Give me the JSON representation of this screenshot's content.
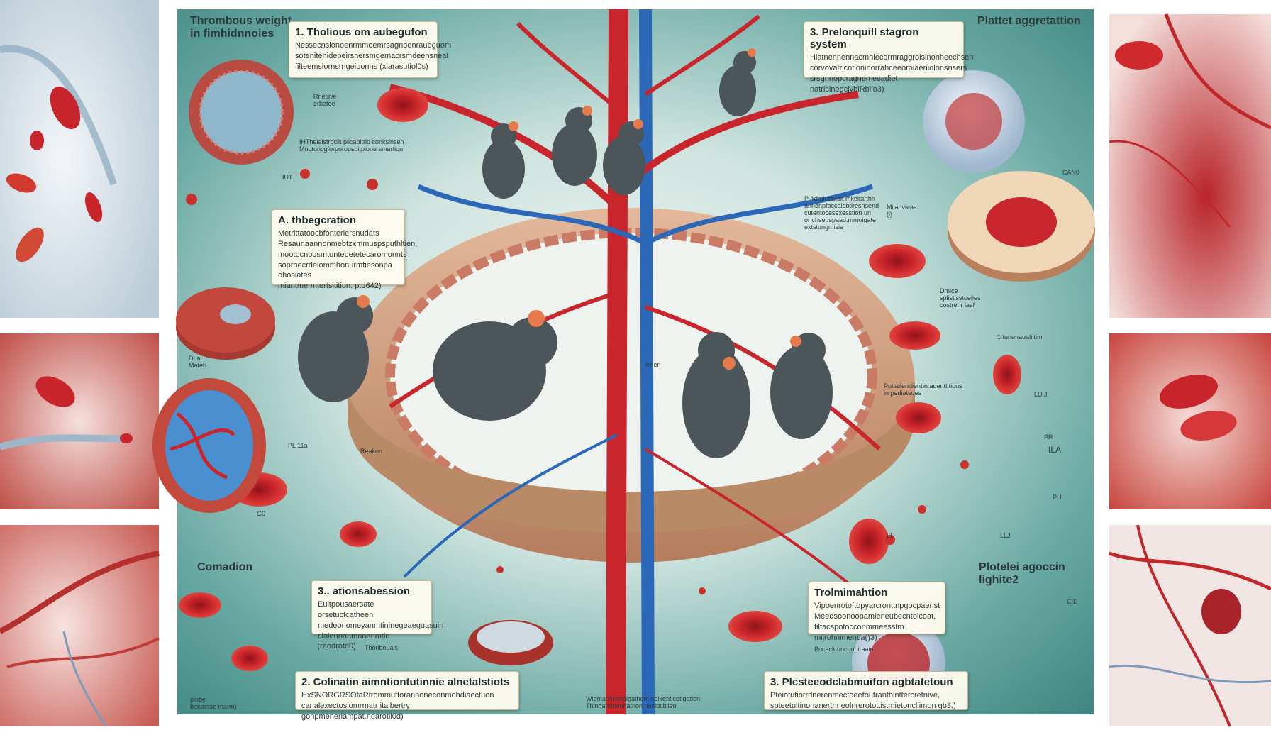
{
  "corner_titles": {
    "top_left": "Thrombous weight\nin fimhidnnoies",
    "top_right": "Plattet aggretattion",
    "mid_left": "Comadion",
    "bottom_right": "Plotelei agoccin\nlighite2"
  },
  "cards": [
    {
      "title": "1. Tholious om aubegufon",
      "body": "Nessecnsionoenrmmoemrsagnoonraubguom\nsotenitenidepeirsnersmgemacrsmdeensneat\nfilteemsiornsrngeioonns (xiarasutiol0s)"
    },
    {
      "title": "3. Prelonquill stagron system",
      "body": "Hlatnennennacmhiecdrmraggroisinonheechsen\ncorvovatricotioninorrahceeoroiaeniolonsnsers\nsrsgnnopcragnen ecadiet natricinegcjybiRbiio3)"
    },
    {
      "title": "A. thbegcration",
      "body": "Metrittatoocbfonteriersnudats\nResaunaannonmebtzxmmuspsputhltien,\nmootocnoosmtontepetetecaromonnts\nsoprhecrdelommhonurmtiesonpa ohosiates\nmiantmermtertsitition: ptd642)"
    },
    {
      "title": "3.. ationsabession",
      "body": "Eultpousaersate orsetuctcatheen\nmedeonomeyanmtininegeaeguasuin\nclaiennanmnoanmtin ;reodrotd0)"
    },
    {
      "title": "Trolmimahtion",
      "body": "Vipoenrotoftopyarcronttnpgocpaenst\nMeedsoonoopamieneubecntoicoat,\nfilfacspotocconmmeesstm mijrohnimentia()3)"
    },
    {
      "title": "2. Colinatin aimntiontutinnie alnetalstiots",
      "body": "HxSNORGRSOfaRtrommuttorannoneconmohdiaectuon\ncanalexectosiomrmatr italbertry gonpmenerlampat.ndarotil0d)"
    },
    {
      "title": "3. Plcsteeodclabmuifon agbtatetoun",
      "body": "Pteiotutiorrdnerenmectoeefoutrantbinttercretnive,\nspteetultinonanertnneolnrerotottistmietoncliimon gb3.)"
    }
  ],
  "labels": {
    "reflective": "Rrletiive\nerbatee",
    "l1": "IHThelaistrociit plicabitrid conksinsen\nMnoturicgforporopsbitpione smartion",
    "ilit": "IUT",
    "canio": "CAN0",
    "milanvieas": "Milanvieas\n(l)",
    "p_admin": "P Admiratbiait mkeitarthn\nannenpfoccaiebtiresnsend\ncutentocesexesstion un\nor chsepspaad.mmoigate\nextstungmisis",
    "dmice": "Dmice\nsplistisstoelies\ncostrenr lasf",
    "tuner": "1 tunenauatiitim",
    "putse": "Putselendienbn:agenttitions\nin pediatsues",
    "dlal": "DLal\nMateh",
    "pl11a": "PL 11a",
    "reakon": "Reakon",
    "ilmen": "ilmen",
    "lu": "LU J",
    "pr": "PR",
    "ila": "ILA",
    "pu": "PU",
    "li": "LI",
    "g0": "G0",
    "ll": "LLJ",
    "cid": "CID",
    "thoribouais": "Thoribouais",
    "wiemanfirsing": "Wiemanfirsingigathom oelkenticotigation\nThingamtnenhatnon.pacibtibilen",
    "pocacktn": "Pocacktuncunhiraain",
    "bottom_note": "pinbe\nbenaelae marm)"
  }
}
